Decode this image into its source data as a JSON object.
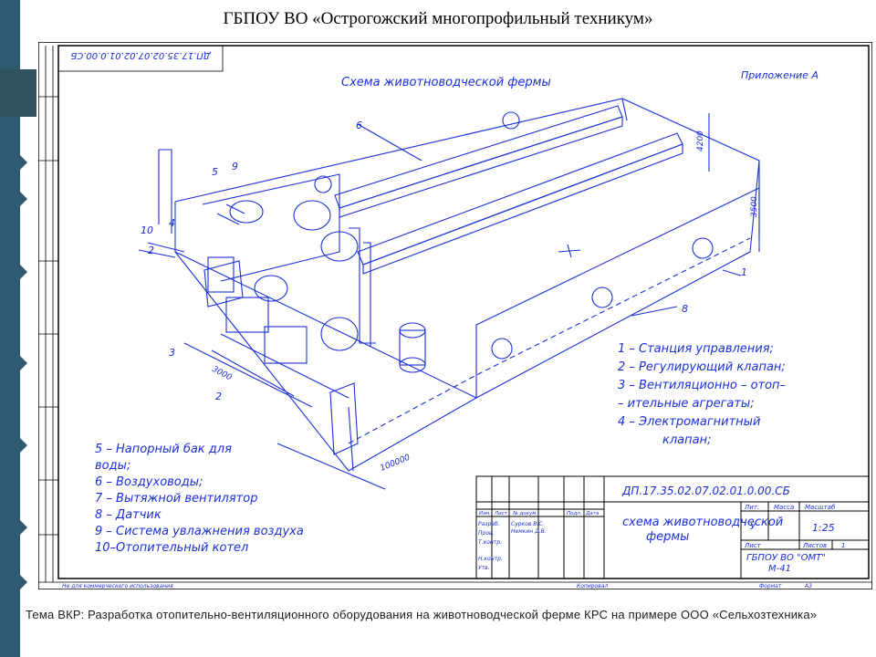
{
  "header": {
    "title": "ГБПОУ ВО «Острогожский многопрофильный техникум»"
  },
  "drawing": {
    "title": "Схема животноводческой фермы",
    "appendix": "Приложение А",
    "code_rotated": "ДП.17.35.02.07.02.01.0.00.СБ",
    "dimensions": {
      "d1": "4200",
      "d2": "3500",
      "d3": "3000",
      "d4": "100000"
    },
    "callouts": [
      "1",
      "2",
      "2",
      "3",
      "4",
      "5",
      "6",
      "8",
      "9",
      "10"
    ],
    "legend_right": [
      "1 – Станция управления;",
      "2 – Регулирующий клапан;",
      "3 – Вентиляционно – отоп–",
      "– ительные агрегаты;",
      "4 – Электромагнитный",
      "клапан;"
    ],
    "legend_left": [
      "5 – Напорный бак для",
      "воды;",
      "6 – Воздуховоды;",
      "7 – Вытяжной вентилятор",
      "8 – Датчик",
      "9 – Система увлажнения воздуха",
      "10–Отопительный котел"
    ]
  },
  "title_block": {
    "doc_code": "ДП.17.35.02.07.02.01.0.00.СБ",
    "name": [
      "схема животноводческой",
      "фермы"
    ],
    "stage_header": "Лит.",
    "mass_header": "Масса",
    "scale_header": "Масштаб",
    "stage": "У",
    "scale": "1:25",
    "sheet_label": "Лист",
    "sheets_label": "Листов",
    "sheets": "1",
    "org": [
      "ГБПОУ ВО \"ОМТ\"",
      "М-41"
    ],
    "copied": "Копировал",
    "format": "Формат",
    "format_value": "А3",
    "left_note": "Не для коммерческого использования",
    "roles": [
      "Разраб.",
      "Пров.",
      "Т.контр.",
      "Н.контр.",
      "Утв."
    ],
    "people": [
      "Сурков В.С.",
      "Немкин Д.В."
    ],
    "cols": [
      "Изм.",
      "Лист",
      "№ докум.",
      "Подп.",
      "Дата"
    ]
  },
  "footer": {
    "topic": "Тема ВКР: Разработка отопительно-вентиляционного оборудования на животноводческой ферме КРС на примере ООО «Сельхозтехника»"
  },
  "colors": {
    "sidebar": "#2e5b6f",
    "sidebar_block": "#33525f",
    "ink": "#1a2fd8",
    "frame": "#000000"
  }
}
